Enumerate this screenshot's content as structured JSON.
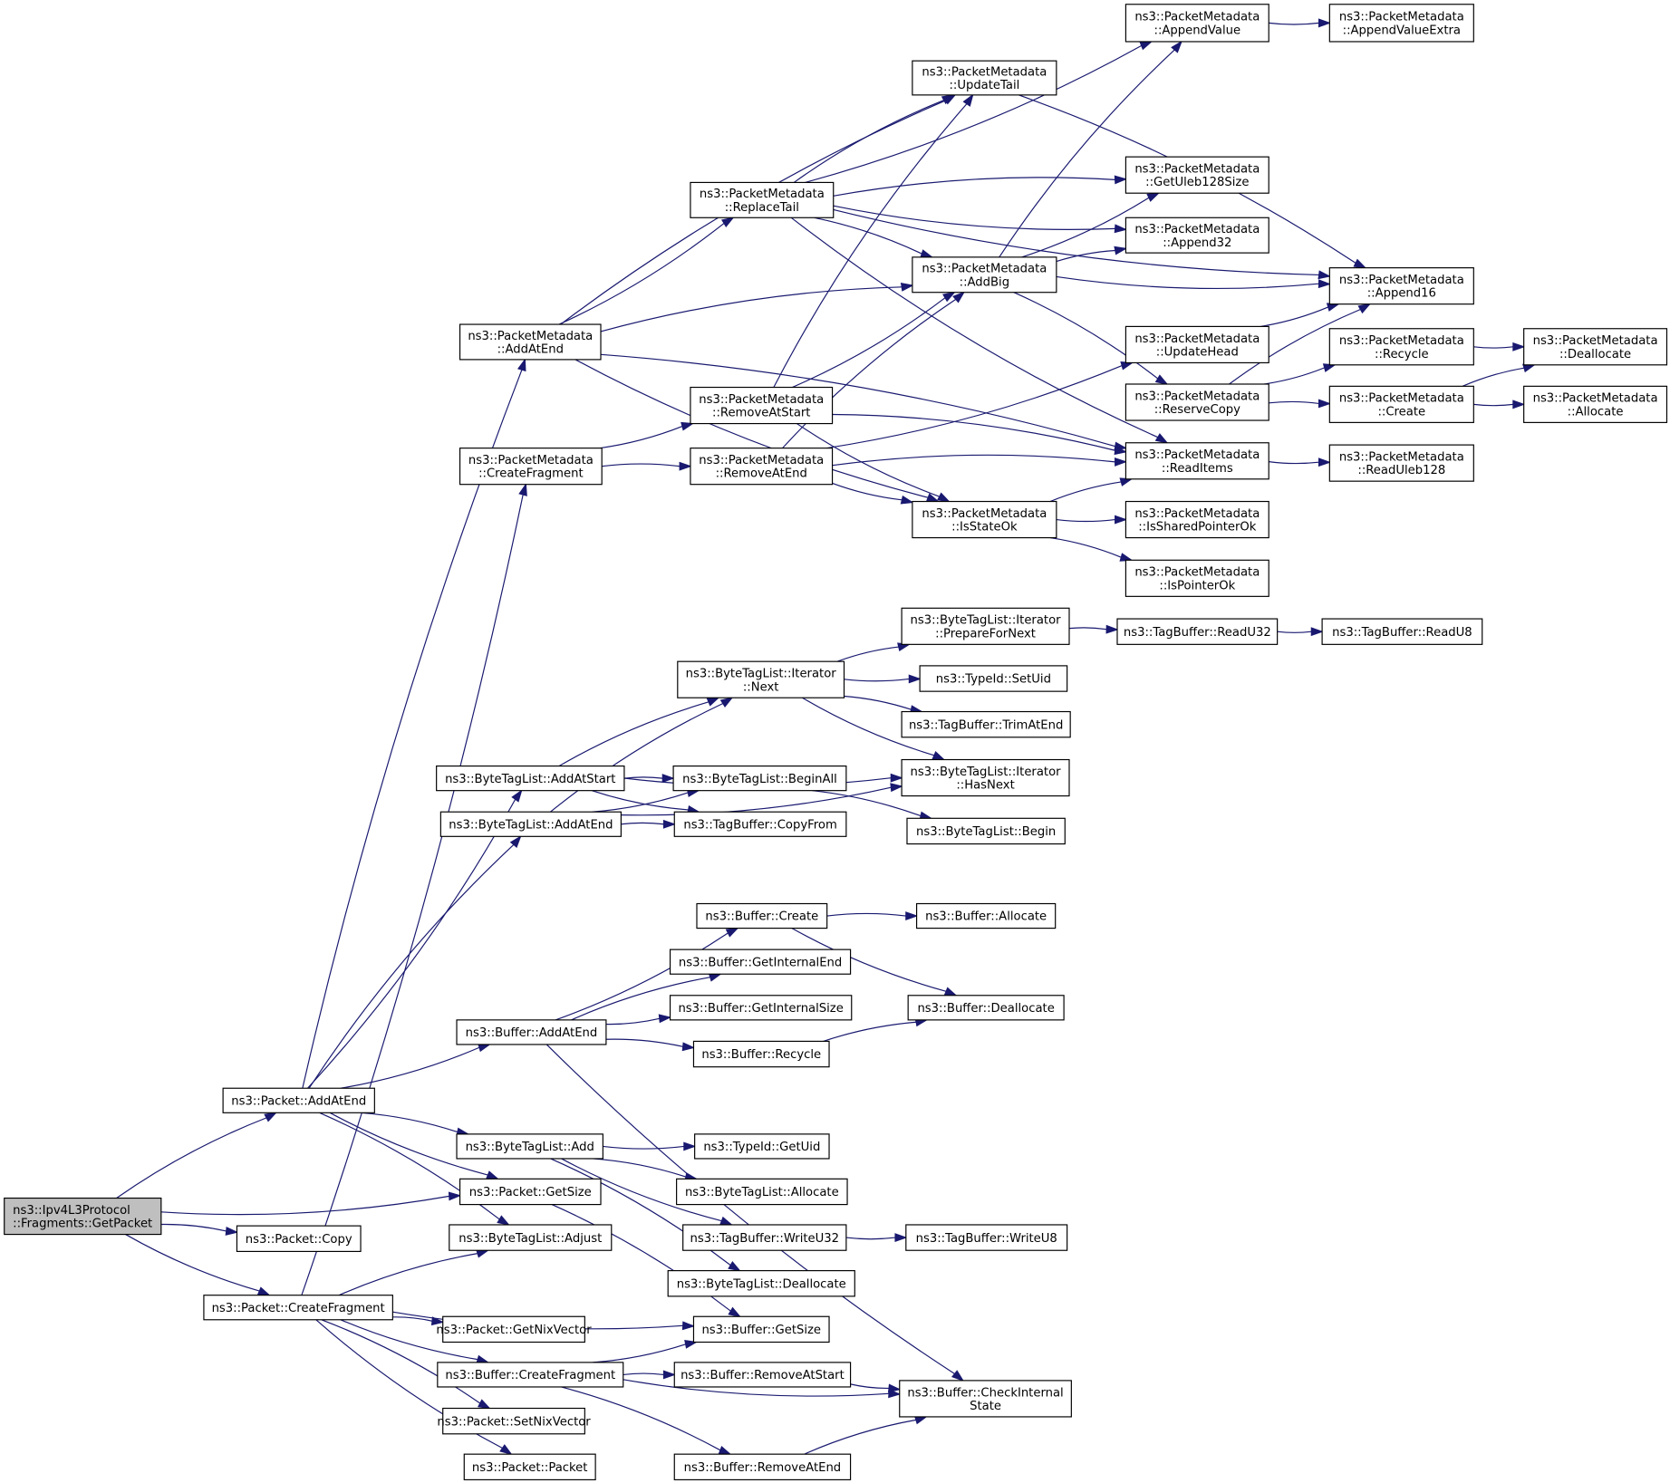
{
  "title": "Call graph of ns3::Ipv4L3Protocol::Fragments::GetPacket",
  "colors": {
    "edge": "#191970",
    "root_fill": "#bfbfbf",
    "node_fill": "#ffffff",
    "node_border": "#000000"
  },
  "nodes": [
    {
      "id": "root",
      "lines": [
        "ns3::Ipv4L3Protocol",
        "::Fragments::GetPacket"
      ],
      "root": true
    },
    {
      "id": "pkt_addatend",
      "lines": [
        "ns3::Packet::AddAtEnd"
      ]
    },
    {
      "id": "pkt_copy",
      "lines": [
        "ns3::Packet::Copy"
      ]
    },
    {
      "id": "pkt_createfragment",
      "lines": [
        "ns3::Packet::CreateFragment"
      ]
    },
    {
      "id": "pm_addatend",
      "lines": [
        "ns3::PacketMetadata",
        "::AddAtEnd"
      ]
    },
    {
      "id": "pm_createfragment",
      "lines": [
        "ns3::PacketMetadata",
        "::CreateFragment"
      ]
    },
    {
      "id": "btl_addatstart",
      "lines": [
        "ns3::ByteTagList::AddAtStart"
      ]
    },
    {
      "id": "btl_addatend",
      "lines": [
        "ns3::ByteTagList::AddAtEnd"
      ]
    },
    {
      "id": "buf_addatend",
      "lines": [
        "ns3::Buffer::AddAtEnd"
      ]
    },
    {
      "id": "btl_add",
      "lines": [
        "ns3::ByteTagList::Add"
      ]
    },
    {
      "id": "pkt_getsize",
      "lines": [
        "ns3::Packet::GetSize"
      ]
    },
    {
      "id": "btl_adjust",
      "lines": [
        "ns3::ByteTagList::Adjust"
      ]
    },
    {
      "id": "pkt_getnixvector",
      "lines": [
        "ns3::Packet::GetNixVector"
      ]
    },
    {
      "id": "buf_createfragment",
      "lines": [
        "ns3::Buffer::CreateFragment"
      ]
    },
    {
      "id": "pkt_setnixvector",
      "lines": [
        "ns3::Packet::SetNixVector"
      ]
    },
    {
      "id": "pkt_packet",
      "lines": [
        "ns3::Packet::Packet"
      ]
    },
    {
      "id": "pm_replacetail",
      "lines": [
        "ns3::PacketMetadata",
        "::ReplaceTail"
      ]
    },
    {
      "id": "pm_removeatstart",
      "lines": [
        "ns3::PacketMetadata",
        "::RemoveAtStart"
      ]
    },
    {
      "id": "pm_removeatend",
      "lines": [
        "ns3::PacketMetadata",
        "::RemoveAtEnd"
      ]
    },
    {
      "id": "btl_it_next",
      "lines": [
        "ns3::ByteTagList::Iterator",
        "::Next"
      ]
    },
    {
      "id": "btl_beginall",
      "lines": [
        "ns3::ByteTagList::BeginAll"
      ]
    },
    {
      "id": "tb_copyfrom",
      "lines": [
        "ns3::TagBuffer::CopyFrom"
      ]
    },
    {
      "id": "buf_create",
      "lines": [
        "ns3::Buffer::Create"
      ]
    },
    {
      "id": "buf_getinternalend",
      "lines": [
        "ns3::Buffer::GetInternalEnd"
      ]
    },
    {
      "id": "buf_getinternalsize",
      "lines": [
        "ns3::Buffer::GetInternalSize"
      ]
    },
    {
      "id": "buf_recycle",
      "lines": [
        "ns3::Buffer::Recycle"
      ]
    },
    {
      "id": "typeid_getuid",
      "lines": [
        "ns3::TypeId::GetUid"
      ]
    },
    {
      "id": "btl_allocate",
      "lines": [
        "ns3::ByteTagList::Allocate"
      ]
    },
    {
      "id": "tb_writeu32",
      "lines": [
        "ns3::TagBuffer::WriteU32"
      ]
    },
    {
      "id": "btl_deallocate",
      "lines": [
        "ns3::ByteTagList::Deallocate"
      ]
    },
    {
      "id": "buf_getsize",
      "lines": [
        "ns3::Buffer::GetSize"
      ]
    },
    {
      "id": "buf_removeatstart",
      "lines": [
        "ns3::Buffer::RemoveAtStart"
      ]
    },
    {
      "id": "buf_removeatend",
      "lines": [
        "ns3::Buffer::RemoveAtEnd"
      ]
    },
    {
      "id": "pm_appendvalue",
      "lines": [
        "ns3::PacketMetadata",
        "::AppendValue"
      ]
    },
    {
      "id": "pm_updatetail",
      "lines": [
        "ns3::PacketMetadata",
        "::UpdateTail"
      ]
    },
    {
      "id": "pm_addbig",
      "lines": [
        "ns3::PacketMetadata",
        "::AddBig"
      ]
    },
    {
      "id": "pm_isstateok",
      "lines": [
        "ns3::PacketMetadata",
        "::IsStateOk"
      ]
    },
    {
      "id": "btl_it_preparefornext",
      "lines": [
        "ns3::ByteTagList::Iterator",
        "::PrepareForNext"
      ]
    },
    {
      "id": "typeid_setuid",
      "lines": [
        "ns3::TypeId::SetUid"
      ]
    },
    {
      "id": "tb_trimatend",
      "lines": [
        "ns3::TagBuffer::TrimAtEnd"
      ]
    },
    {
      "id": "btl_it_hasnext",
      "lines": [
        "ns3::ByteTagList::Iterator",
        "::HasNext"
      ]
    },
    {
      "id": "btl_begin",
      "lines": [
        "ns3::ByteTagList::Begin"
      ]
    },
    {
      "id": "buf_allocate",
      "lines": [
        "ns3::Buffer::Allocate"
      ]
    },
    {
      "id": "buf_deallocate",
      "lines": [
        "ns3::Buffer::Deallocate"
      ]
    },
    {
      "id": "tb_writeu8",
      "lines": [
        "ns3::TagBuffer::WriteU8"
      ]
    },
    {
      "id": "buf_checkinternalstate",
      "lines": [
        "ns3::Buffer::CheckInternal",
        "State"
      ]
    },
    {
      "id": "pm_appendvalueextra",
      "lines": [
        "ns3::PacketMetadata",
        "::AppendValueExtra"
      ]
    },
    {
      "id": "pm_getuleb128size",
      "lines": [
        "ns3::PacketMetadata",
        "::GetUleb128Size"
      ]
    },
    {
      "id": "pm_append32",
      "lines": [
        "ns3::PacketMetadata",
        "::Append32"
      ]
    },
    {
      "id": "pm_append16",
      "lines": [
        "ns3::PacketMetadata",
        "::Append16"
      ]
    },
    {
      "id": "pm_updatehead",
      "lines": [
        "ns3::PacketMetadata",
        "::UpdateHead"
      ]
    },
    {
      "id": "pm_reservecopy",
      "lines": [
        "ns3::PacketMetadata",
        "::ReserveCopy"
      ]
    },
    {
      "id": "pm_readitems",
      "lines": [
        "ns3::PacketMetadata",
        "::ReadItems"
      ]
    },
    {
      "id": "pm_issharedpointerok",
      "lines": [
        "ns3::PacketMetadata",
        "::IsSharedPointerOk"
      ]
    },
    {
      "id": "pm_ispointerok",
      "lines": [
        "ns3::PacketMetadata",
        "::IsPointerOk"
      ]
    },
    {
      "id": "tb_readu32",
      "lines": [
        "ns3::TagBuffer::ReadU32"
      ]
    },
    {
      "id": "tb_readu8",
      "lines": [
        "ns3::TagBuffer::ReadU8"
      ]
    },
    {
      "id": "pm_recycle",
      "lines": [
        "ns3::PacketMetadata",
        "::Recycle"
      ]
    },
    {
      "id": "pm_create",
      "lines": [
        "ns3::PacketMetadata",
        "::Create"
      ]
    },
    {
      "id": "pm_readuleb128",
      "lines": [
        "ns3::PacketMetadata",
        "::ReadUleb128"
      ]
    },
    {
      "id": "pm_deallocate",
      "lines": [
        "ns3::PacketMetadata",
        "::Deallocate"
      ]
    },
    {
      "id": "pm_allocate",
      "lines": [
        "ns3::PacketMetadata",
        "::Allocate"
      ]
    }
  ],
  "edges": [
    [
      "root",
      "pkt_addatend"
    ],
    [
      "root",
      "pkt_getsize"
    ],
    [
      "root",
      "pkt_copy"
    ],
    [
      "root",
      "pkt_createfragment"
    ],
    [
      "pkt_addatend",
      "pm_addatend"
    ],
    [
      "pkt_addatend",
      "btl_addatstart"
    ],
    [
      "pkt_addatend",
      "btl_addatend"
    ],
    [
      "pkt_addatend",
      "buf_addatend"
    ],
    [
      "pkt_addatend",
      "btl_add"
    ],
    [
      "pkt_addatend",
      "pkt_getsize"
    ],
    [
      "pkt_addatend",
      "btl_adjust"
    ],
    [
      "pkt_createfragment",
      "pm_createfragment"
    ],
    [
      "pkt_createfragment",
      "btl_adjust"
    ],
    [
      "pkt_createfragment",
      "buf_getsize"
    ],
    [
      "pkt_createfragment",
      "pkt_getnixvector"
    ],
    [
      "pkt_createfragment",
      "buf_createfragment"
    ],
    [
      "pkt_createfragment",
      "pkt_setnixvector"
    ],
    [
      "pkt_createfragment",
      "pkt_packet"
    ],
    [
      "pm_addatend",
      "pm_updatetail"
    ],
    [
      "pm_addatend",
      "pm_replacetail"
    ],
    [
      "pm_addatend",
      "pm_addbig"
    ],
    [
      "pm_addatend",
      "pm_isstateok"
    ],
    [
      "pm_addatend",
      "pm_readitems"
    ],
    [
      "pm_createfragment",
      "pm_removeatstart"
    ],
    [
      "pm_createfragment",
      "pm_removeatend"
    ],
    [
      "pm_replacetail",
      "pm_appendvalue"
    ],
    [
      "pm_replacetail",
      "pm_updatetail"
    ],
    [
      "pm_replacetail",
      "pm_append16"
    ],
    [
      "pm_replacetail",
      "pm_getuleb128size"
    ],
    [
      "pm_replacetail",
      "pm_append32"
    ],
    [
      "pm_replacetail",
      "pm_addbig"
    ],
    [
      "pm_replacetail",
      "pm_readitems"
    ],
    [
      "pm_removeatstart",
      "pm_updatetail"
    ],
    [
      "pm_removeatstart",
      "pm_addbig"
    ],
    [
      "pm_removeatstart",
      "pm_readitems"
    ],
    [
      "pm_removeatstart",
      "pm_isstateok"
    ],
    [
      "pm_removeatend",
      "pm_addbig"
    ],
    [
      "pm_removeatend",
      "pm_updatehead"
    ],
    [
      "pm_removeatend",
      "pm_readitems"
    ],
    [
      "pm_removeatend",
      "pm_isstateok"
    ],
    [
      "pm_updatetail",
      "pm_append16"
    ],
    [
      "pm_appendvalue",
      "pm_appendvalueextra"
    ],
    [
      "pm_addbig",
      "pm_appendvalue"
    ],
    [
      "pm_addbig",
      "pm_getuleb128size"
    ],
    [
      "pm_addbig",
      "pm_append32"
    ],
    [
      "pm_addbig",
      "pm_append16"
    ],
    [
      "pm_addbig",
      "pm_reservecopy"
    ],
    [
      "pm_updatehead",
      "pm_append16"
    ],
    [
      "pm_reservecopy",
      "pm_append16"
    ],
    [
      "pm_reservecopy",
      "pm_recycle"
    ],
    [
      "pm_reservecopy",
      "pm_create"
    ],
    [
      "pm_recycle",
      "pm_deallocate"
    ],
    [
      "pm_create",
      "pm_deallocate"
    ],
    [
      "pm_create",
      "pm_allocate"
    ],
    [
      "pm_isstateok",
      "pm_readitems"
    ],
    [
      "pm_isstateok",
      "pm_issharedpointerok"
    ],
    [
      "pm_isstateok",
      "pm_ispointerok"
    ],
    [
      "pm_readitems",
      "pm_readuleb128"
    ],
    [
      "btl_addatstart",
      "btl_it_next"
    ],
    [
      "btl_addatstart",
      "btl_it_hasnext"
    ],
    [
      "btl_addatstart",
      "btl_beginall"
    ],
    [
      "btl_addatstart",
      "tb_copyfrom"
    ],
    [
      "btl_addatend",
      "btl_it_next"
    ],
    [
      "btl_addatend",
      "btl_beginall"
    ],
    [
      "btl_addatend",
      "tb_copyfrom"
    ],
    [
      "btl_addatend",
      "btl_it_hasnext"
    ],
    [
      "btl_it_next",
      "btl_it_preparefornext"
    ],
    [
      "btl_it_next",
      "typeid_setuid"
    ],
    [
      "btl_it_next",
      "tb_trimatend"
    ],
    [
      "btl_it_next",
      "btl_it_hasnext"
    ],
    [
      "btl_it_preparefornext",
      "tb_readu32"
    ],
    [
      "tb_readu32",
      "tb_readu8"
    ],
    [
      "btl_beginall",
      "btl_begin"
    ],
    [
      "buf_addatend",
      "buf_create"
    ],
    [
      "buf_addatend",
      "buf_getinternalend"
    ],
    [
      "buf_addatend",
      "buf_getinternalsize"
    ],
    [
      "buf_addatend",
      "buf_recycle"
    ],
    [
      "buf_addatend",
      "buf_checkinternalstate"
    ],
    [
      "buf_create",
      "buf_allocate"
    ],
    [
      "buf_create",
      "buf_deallocate"
    ],
    [
      "buf_recycle",
      "buf_deallocate"
    ],
    [
      "btl_add",
      "typeid_getuid"
    ],
    [
      "btl_add",
      "btl_allocate"
    ],
    [
      "btl_add",
      "tb_writeu32"
    ],
    [
      "btl_add",
      "btl_deallocate"
    ],
    [
      "tb_writeu32",
      "tb_writeu8"
    ],
    [
      "pkt_getsize",
      "buf_getsize"
    ],
    [
      "buf_createfragment",
      "buf_getsize"
    ],
    [
      "buf_createfragment",
      "buf_removeatstart"
    ],
    [
      "buf_createfragment",
      "buf_checkinternalstate"
    ],
    [
      "buf_createfragment",
      "buf_removeatend"
    ],
    [
      "buf_removeatstart",
      "buf_checkinternalstate"
    ],
    [
      "buf_removeatend",
      "buf_checkinternalstate"
    ]
  ]
}
